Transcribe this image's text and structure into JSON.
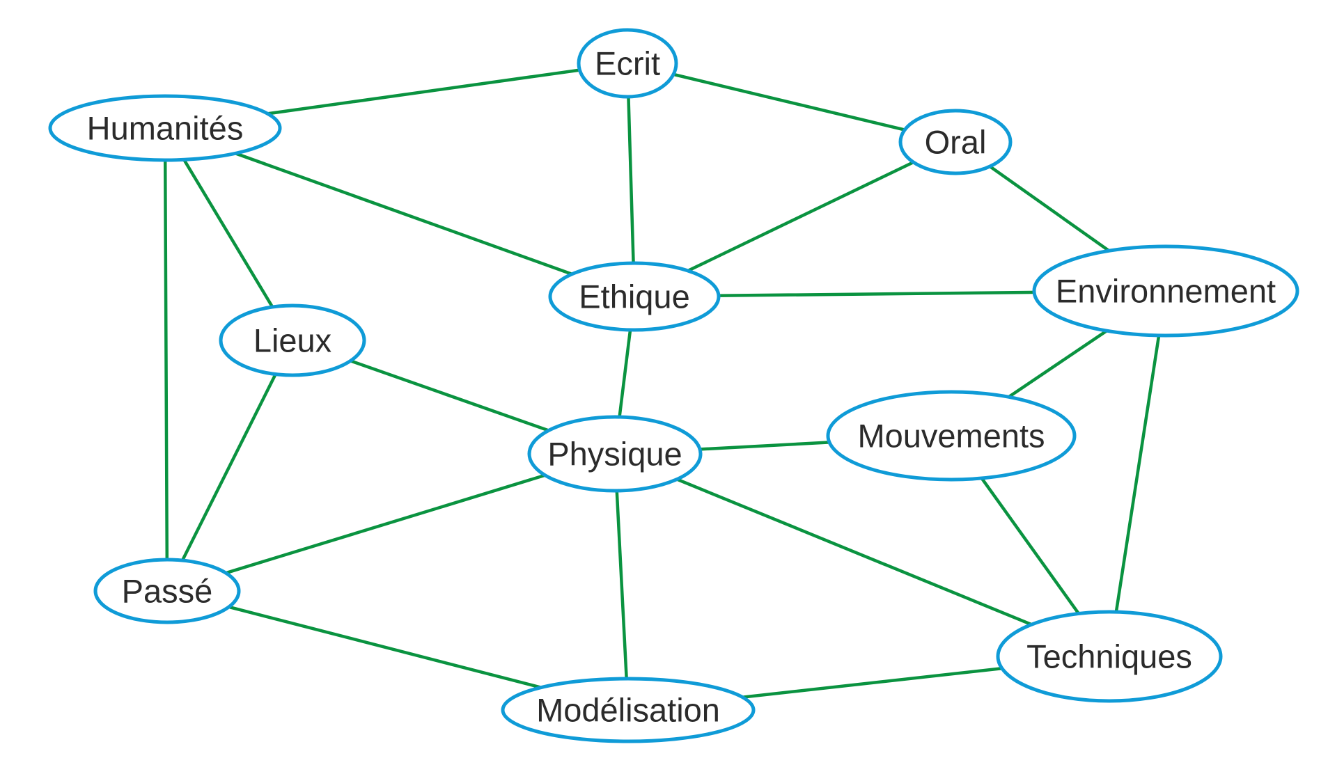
{
  "diagram": {
    "colors": {
      "node_border": "#0f9bd7",
      "edge": "#0a9340",
      "text": "#2b2b2b",
      "background": "#ffffff"
    },
    "nodes": [
      {
        "id": "ecrit",
        "label": "Ecrit"
      },
      {
        "id": "humanites",
        "label": "Humanités"
      },
      {
        "id": "oral",
        "label": "Oral"
      },
      {
        "id": "ethique",
        "label": "Ethique"
      },
      {
        "id": "environnement",
        "label": "Environnement"
      },
      {
        "id": "lieux",
        "label": "Lieux"
      },
      {
        "id": "physique",
        "label": "Physique"
      },
      {
        "id": "mouvements",
        "label": "Mouvements"
      },
      {
        "id": "passe",
        "label": "Passé"
      },
      {
        "id": "techniques",
        "label": "Techniques"
      },
      {
        "id": "modelisation",
        "label": "Modélisation"
      }
    ],
    "edges": [
      {
        "from": "humanites",
        "to": "ecrit"
      },
      {
        "from": "ecrit",
        "to": "oral"
      },
      {
        "from": "ecrit",
        "to": "ethique"
      },
      {
        "from": "humanites",
        "to": "ethique"
      },
      {
        "from": "humanites",
        "to": "lieux"
      },
      {
        "from": "humanites",
        "to": "passe"
      },
      {
        "from": "oral",
        "to": "ethique"
      },
      {
        "from": "oral",
        "to": "environnement"
      },
      {
        "from": "ethique",
        "to": "environnement"
      },
      {
        "from": "ethique",
        "to": "physique"
      },
      {
        "from": "lieux",
        "to": "physique"
      },
      {
        "from": "lieux",
        "to": "passe"
      },
      {
        "from": "environnement",
        "to": "mouvements"
      },
      {
        "from": "environnement",
        "to": "techniques"
      },
      {
        "from": "physique",
        "to": "mouvements"
      },
      {
        "from": "physique",
        "to": "passe"
      },
      {
        "from": "physique",
        "to": "techniques"
      },
      {
        "from": "physique",
        "to": "modelisation"
      },
      {
        "from": "mouvements",
        "to": "techniques"
      },
      {
        "from": "passe",
        "to": "modelisation"
      },
      {
        "from": "modelisation",
        "to": "techniques"
      }
    ]
  }
}
